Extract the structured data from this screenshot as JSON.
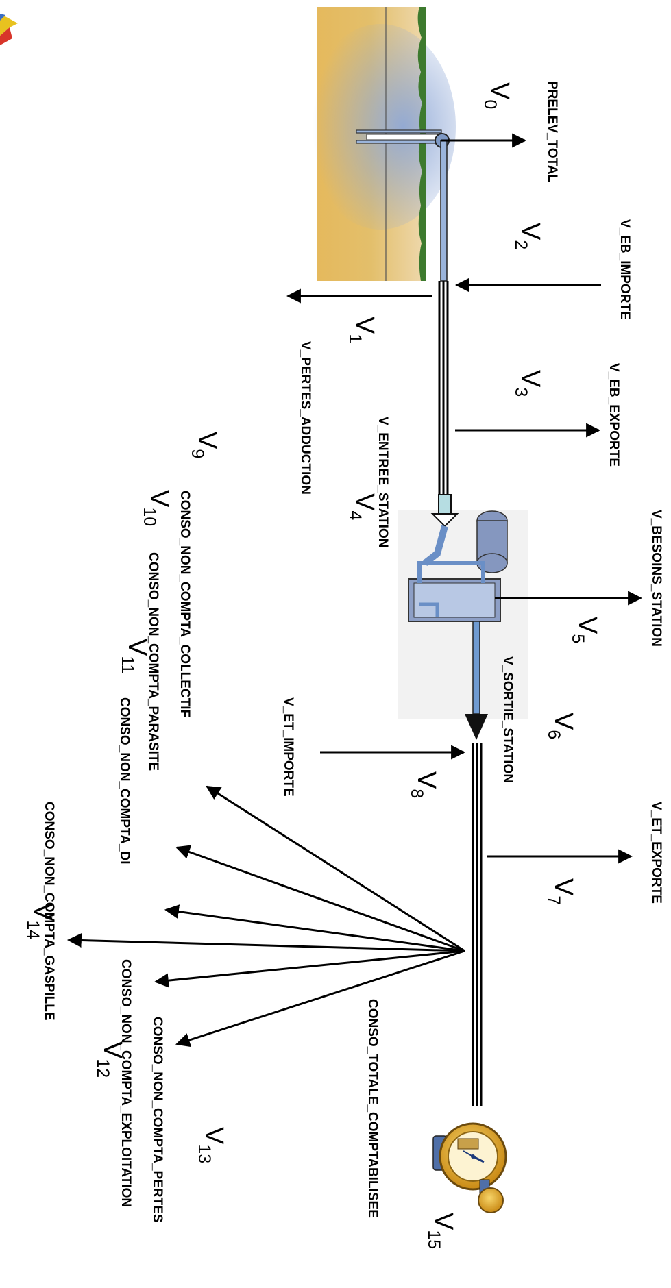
{
  "flows": {
    "prelev_total": "PRELEV_TOTAL",
    "v_eb_importe": "V_EB_IMPORTE",
    "v_pertes_adduction": "V_PERTES_ADDUCTION",
    "v_eb_exporte": "V_EB_EXPORTE",
    "v_entree_station": "V_ENTREE_STATION",
    "v_besoins_station": "V_BESOINS_STATION",
    "v_sortie_station": "V_SORTIE_STATION",
    "v_et_importe": "V_ET_IMPORTE",
    "v_et_exporte": "V_ET_EXPORTE",
    "conso_non_compta_collectif": "CONSO_NON_COMPTA_COLLECTIF",
    "conso_non_compta_parasite": "CONSO_NON_COMPTA_PARASITE",
    "conso_non_compta_di": "CONSO_NON_COMPTA_DI",
    "conso_non_compta_gaspille": "CONSO_NON_COMPTA_GASPILLE",
    "conso_non_compta_exploitation": "CONSO_NON_COMPTA_EXPLOITATION",
    "conso_non_compta_pertes": "CONSO_NON_COMPTA_PERTES",
    "conso_totale_comptabilisee": "CONSO_TOTALE_COMPTABILISEE"
  },
  "volumes": {
    "letter": "V",
    "v0": "0",
    "v1": "1",
    "v2": "2",
    "v3": "3",
    "v4": "4",
    "v5": "5",
    "v6": "6",
    "v7": "7",
    "v8": "8",
    "v9": "9",
    "v10": "10",
    "v11": "11",
    "v12": "12",
    "v13": "13",
    "v14": "14",
    "v15": "15"
  },
  "colors": {
    "ground": "#e3b95a",
    "ground_light": "#eed9ae",
    "water": "#8ab0dc",
    "station_blue": "#6f9bd2",
    "meter_gold": "#e6a51f",
    "grass": "#3d7a2e"
  },
  "icons": [
    "well-icon",
    "treatment-station-icon",
    "water-meter-icon",
    "logo-icon"
  ]
}
